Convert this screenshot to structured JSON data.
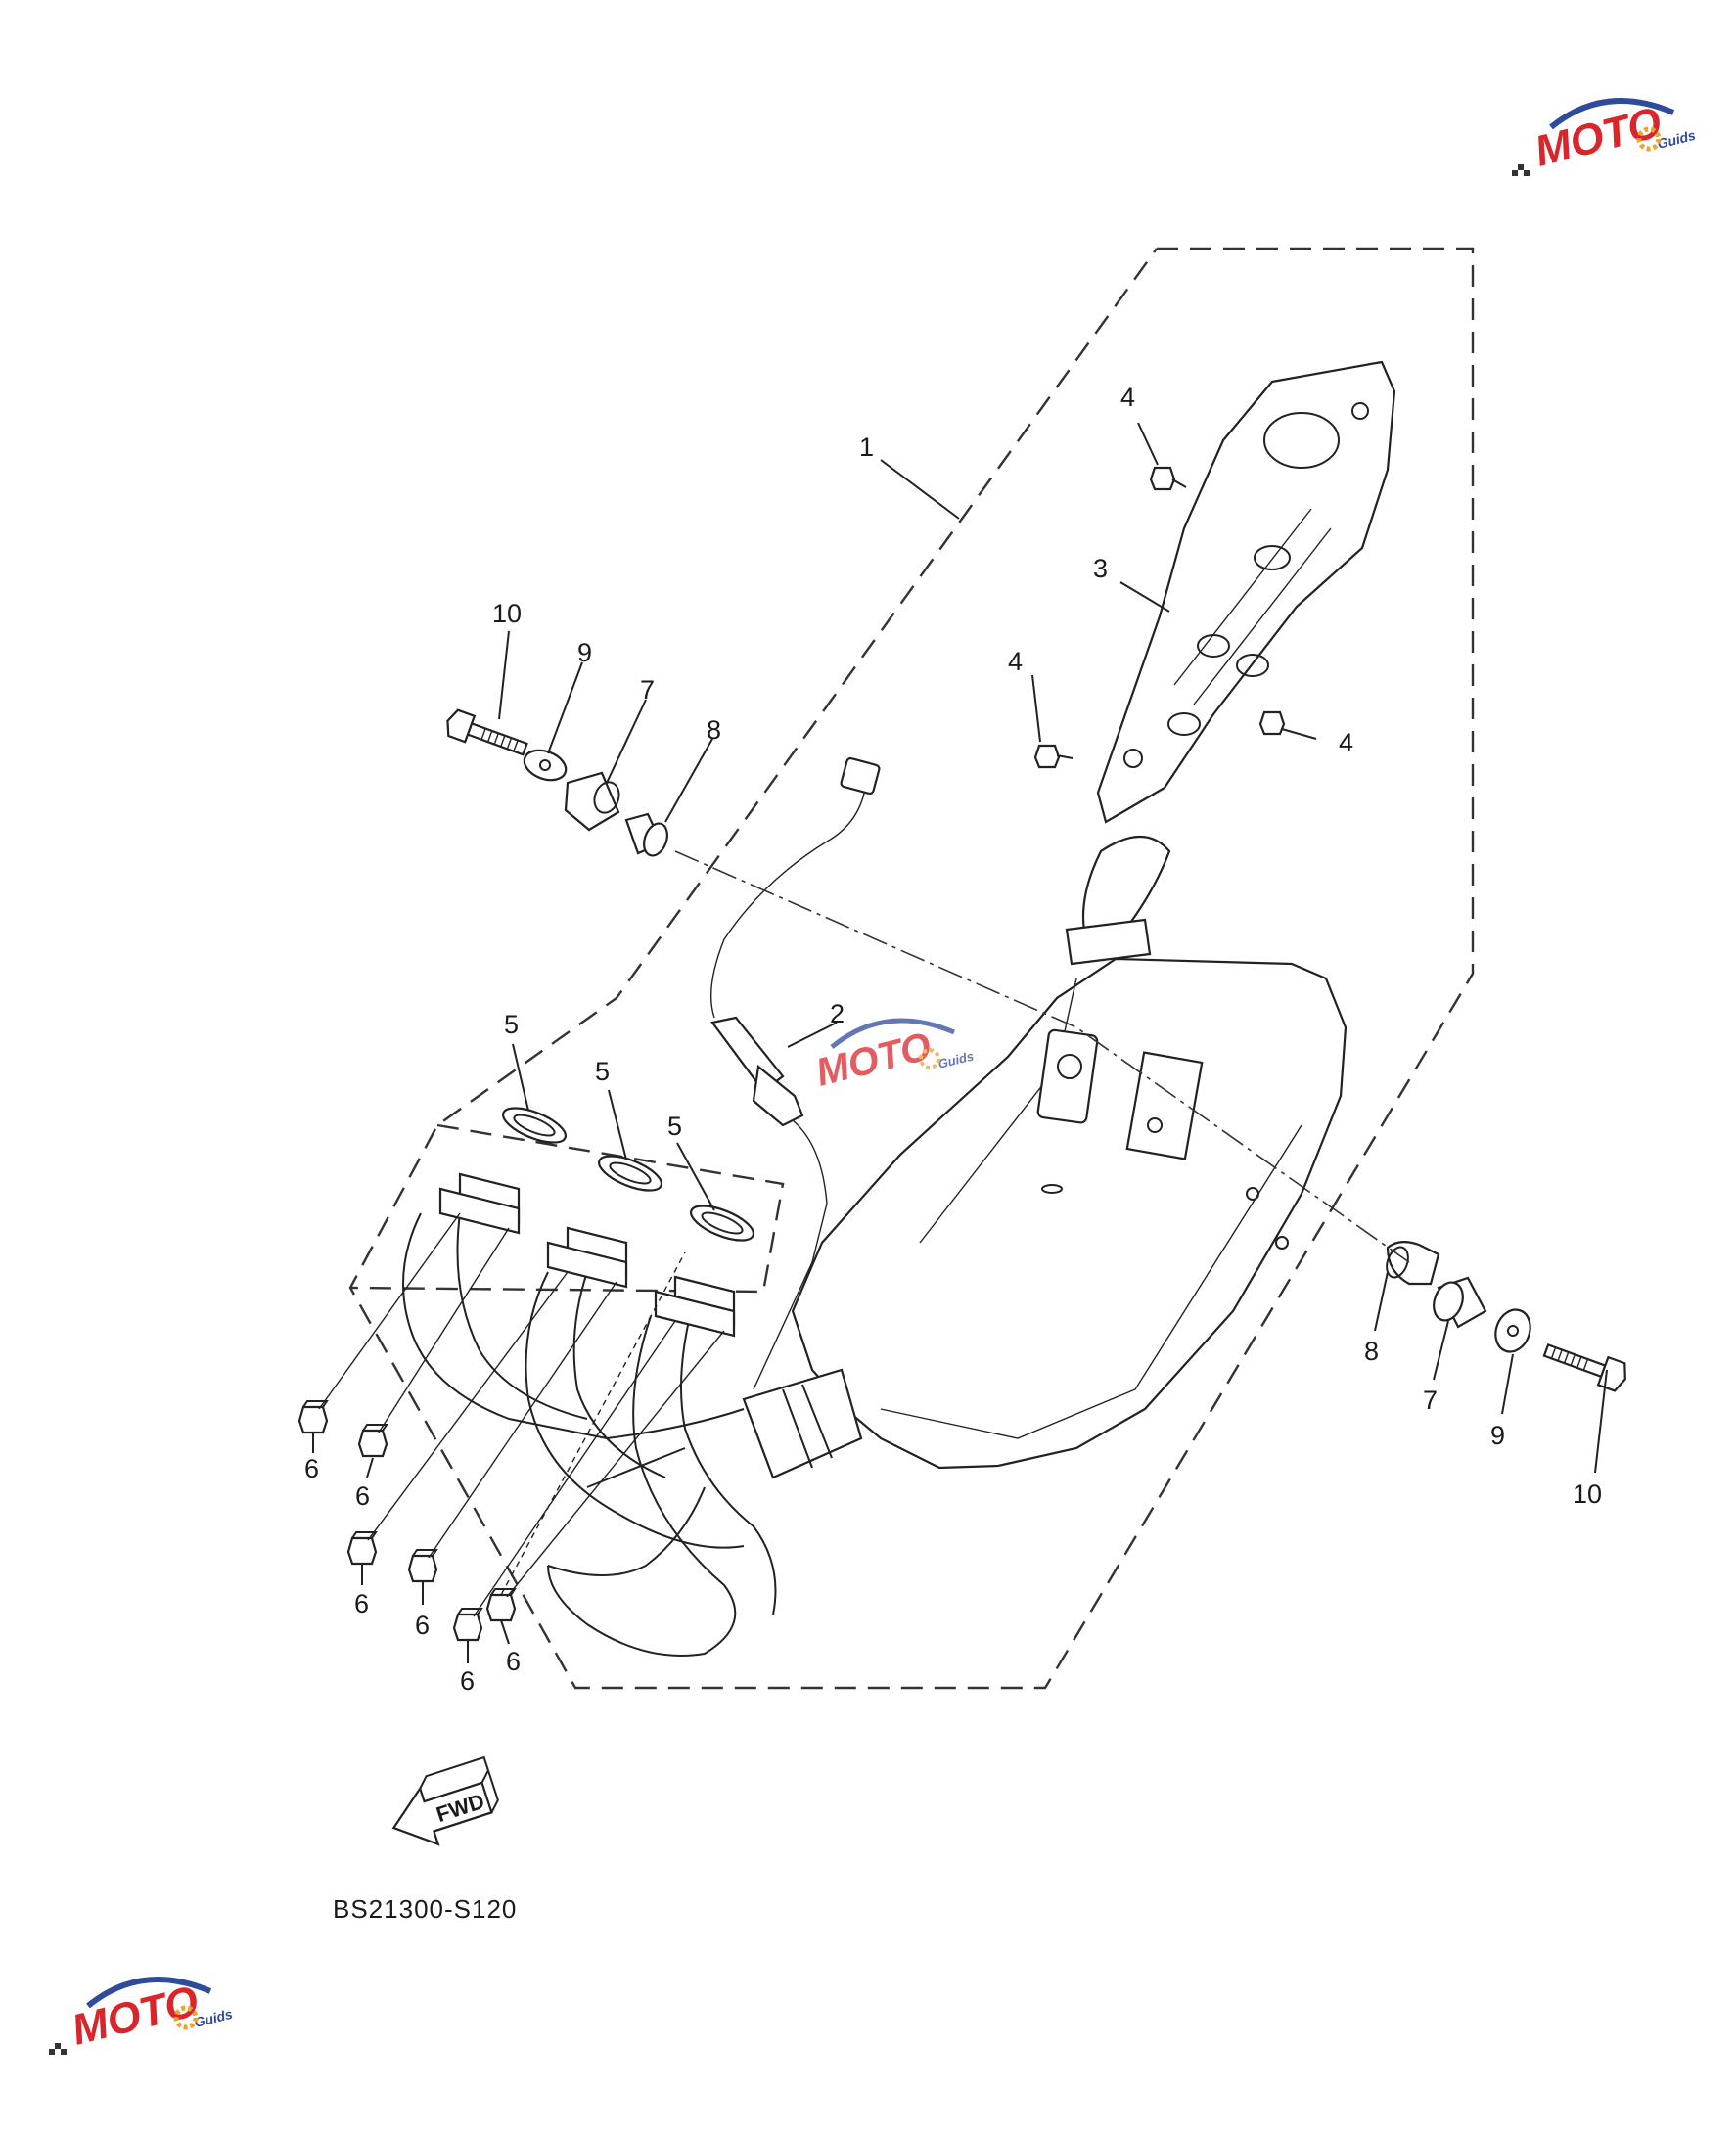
{
  "diagram": {
    "code": "BS21300-S120",
    "fwd_label": "FWD",
    "watermark": {
      "text": "MOTO",
      "sub": "Guids",
      "color_red": "#d9262b",
      "color_blue": "#2e4b9c"
    },
    "callouts": {
      "c1": "1",
      "c2": "2",
      "c3": "3",
      "c4a": "4",
      "c4b": "4",
      "c4c": "4",
      "c5a": "5",
      "c5b": "5",
      "c5c": "5",
      "c6a": "6",
      "c6b": "6",
      "c6c": "6",
      "c6d": "6",
      "c6e": "6",
      "c6f": "6",
      "c7a": "7",
      "c7b": "7",
      "c8a": "8",
      "c8b": "8",
      "c9a": "9",
      "c9b": "9",
      "c10a": "10",
      "c10b": "10"
    }
  }
}
